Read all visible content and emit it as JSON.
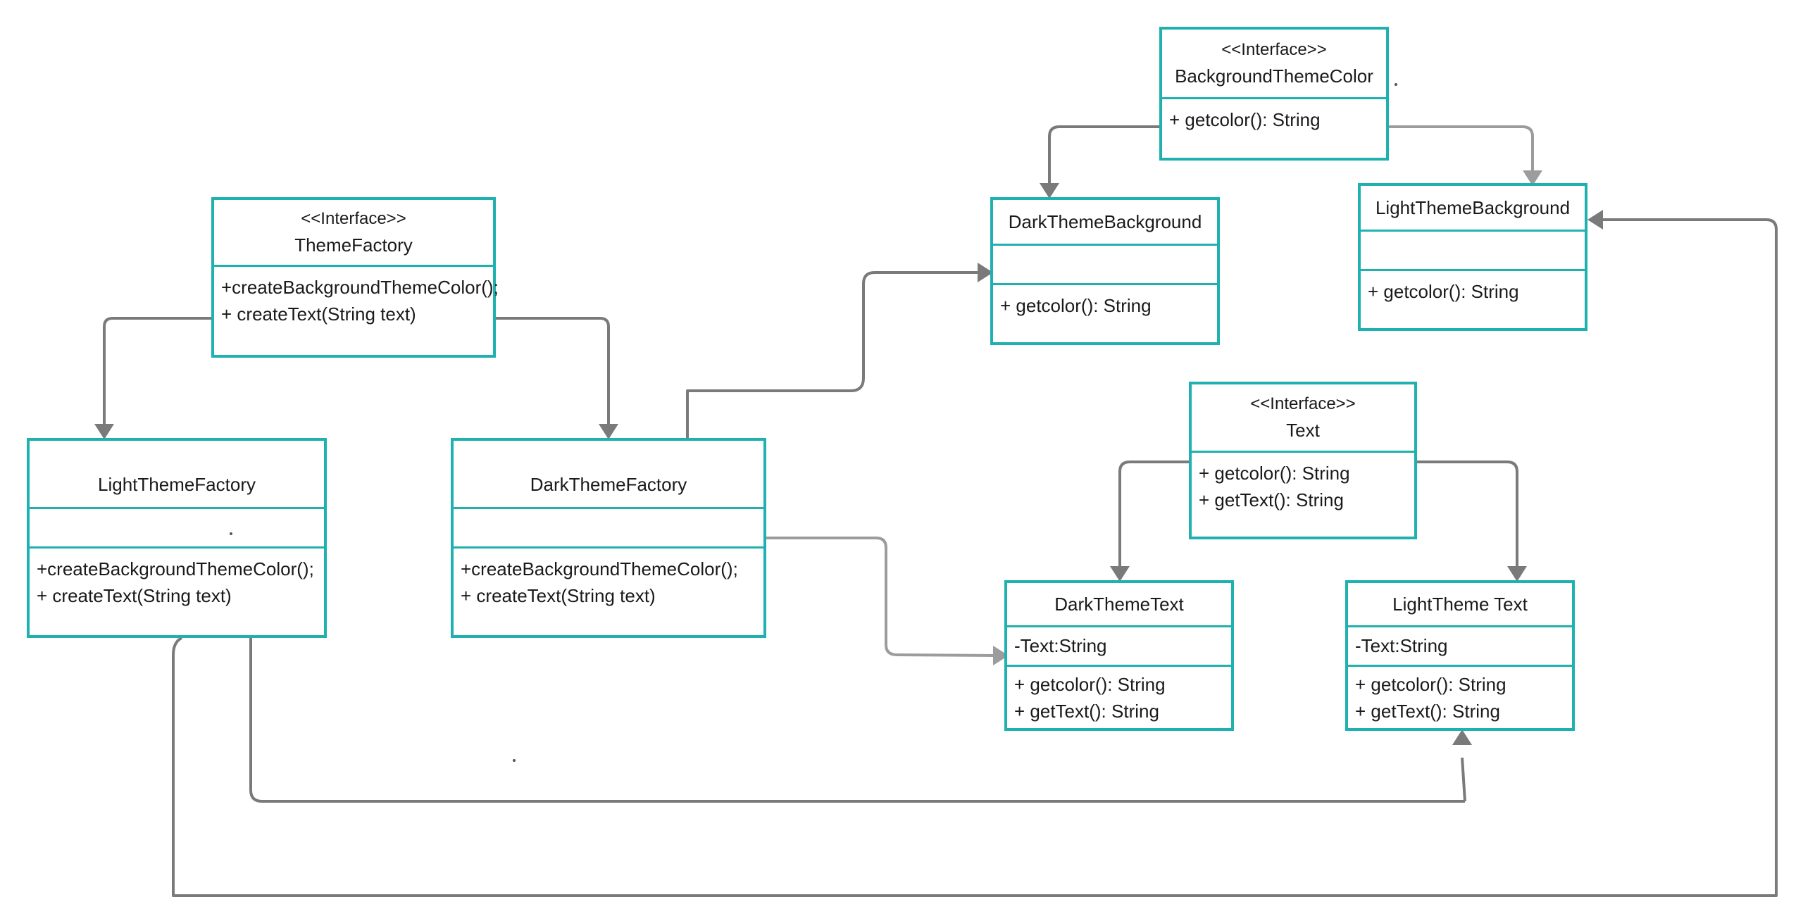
{
  "classes": {
    "theme_factory": {
      "stereotype": "<<Interface>>",
      "name": "ThemeFactory",
      "methods": [
        "+createBackgroundThemeColor();",
        "+ createText(String text)"
      ]
    },
    "light_theme_factory": {
      "name": "LightThemeFactory",
      "methods": [
        "+createBackgroundThemeColor();",
        "+ createText(String text)"
      ]
    },
    "dark_theme_factory": {
      "name": "DarkThemeFactory",
      "methods": [
        "+createBackgroundThemeColor();",
        "+ createText(String text)"
      ]
    },
    "background_theme_color": {
      "stereotype": "<<Interface>>",
      "name": "BackgroundThemeColor",
      "methods": [
        "+ getcolor(): String"
      ]
    },
    "dark_theme_background": {
      "name": "DarkThemeBackground",
      "methods": [
        "+ getcolor(): String"
      ]
    },
    "light_theme_background": {
      "name": "LightThemeBackground",
      "methods": [
        "+ getcolor(): String"
      ]
    },
    "text": {
      "stereotype": "<<Interface>>",
      "name": "Text",
      "methods": [
        "+ getcolor(): String",
        "+ getText(): String"
      ]
    },
    "dark_theme_text": {
      "name": "DarkThemeText",
      "attributes": [
        "-Text:String"
      ],
      "methods": [
        "+ getcolor(): String",
        "+ getText(): String"
      ]
    },
    "light_theme_text": {
      "name": "LightTheme Text",
      "attributes": [
        "-Text:String"
      ],
      "methods": [
        "+ getcolor(): String",
        "+ getText(): String"
      ]
    }
  },
  "colors": {
    "class_border": "#1fb0b0",
    "connector_dark": "#7a7a7a",
    "connector_light": "#9c9c9c"
  }
}
